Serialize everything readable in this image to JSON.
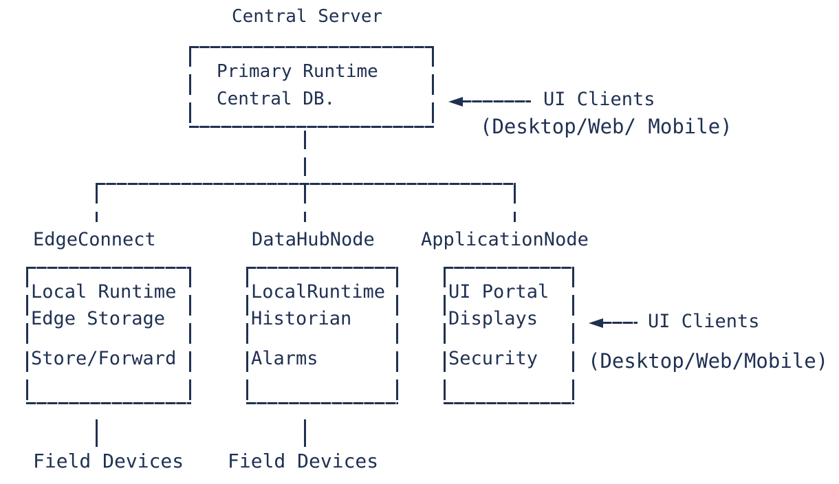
{
  "colors": {
    "ink": "#1f3052",
    "background": "#ffffff"
  },
  "diagram": {
    "central_server": {
      "title": "Central Server",
      "lines": [
        "Primary Runtime",
        "Central DB."
      ]
    },
    "clients_top": {
      "label": "UI Clients",
      "sub": "(Desktop/Web/ Mobile)"
    },
    "clients_bottom": {
      "label": "UI Clients",
      "sub": "(Desktop/Web/Mobile)"
    },
    "nodes": [
      {
        "name": "EdgeConnect",
        "services": [
          "Local Runtime",
          "Edge Storage",
          "Store/Forward"
        ],
        "downstream": "Field Devices"
      },
      {
        "name": "DataHubNode",
        "services": [
          "LocalRuntime",
          "Historian",
          "Alarms"
        ],
        "downstream": "Field Devices"
      },
      {
        "name": "ApplicationNode",
        "services": [
          "UI Portal",
          "Displays",
          "Security"
        ]
      }
    ],
    "connections": [
      "Central Server -> EdgeConnect",
      "Central Server -> DataHubNode",
      "Central Server -> ApplicationNode",
      "EdgeConnect -> Field Devices",
      "DataHubNode -> Field Devices",
      "UI Clients -> Central Server",
      "UI Clients -> ApplicationNode"
    ]
  }
}
